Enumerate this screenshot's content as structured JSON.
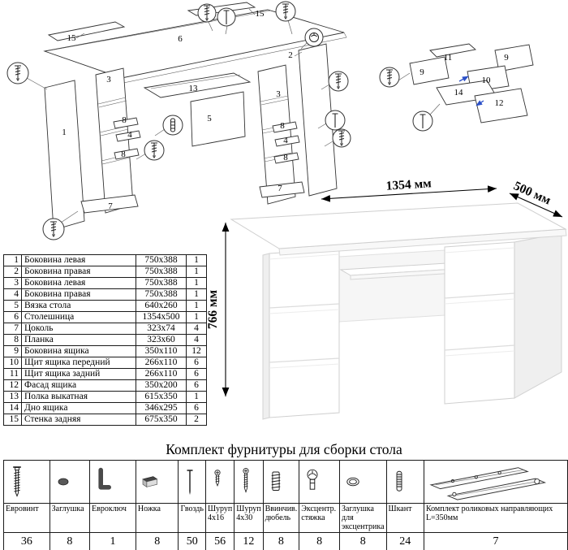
{
  "exploded_view": {
    "main_labels": [
      "15",
      "6",
      "15",
      "13",
      "3",
      "1",
      "8",
      "4",
      "8",
      "7",
      "2",
      "5",
      "3",
      "8",
      "4",
      "8",
      "7"
    ],
    "drawer_labels": [
      "11",
      "9",
      "9",
      "10",
      "14",
      "12"
    ]
  },
  "desk_render": {
    "dim_width": "1354 мм",
    "dim_depth": "500 мм",
    "dim_height": "766 мм"
  },
  "parts_table": {
    "rows": [
      {
        "num": "1",
        "name": "Боковина левая",
        "size": "750x388",
        "qty": "1"
      },
      {
        "num": "2",
        "name": "Боковина правая",
        "size": "750x388",
        "qty": "1"
      },
      {
        "num": "3",
        "name": "Боковина левая",
        "size": "750x388",
        "qty": "1"
      },
      {
        "num": "4",
        "name": "Боковина правая",
        "size": "750x388",
        "qty": "1"
      },
      {
        "num": "5",
        "name": "Вязка стола",
        "size": "640x260",
        "qty": "1"
      },
      {
        "num": "6",
        "name": "Столешница",
        "size": "1354x500",
        "qty": "1"
      },
      {
        "num": "7",
        "name": "Цоколь",
        "size": "323x74",
        "qty": "4"
      },
      {
        "num": "8",
        "name": "Планка",
        "size": "323x60",
        "qty": "4"
      },
      {
        "num": "9",
        "name": "Боковина ящика",
        "size": "350x110",
        "qty": "12"
      },
      {
        "num": "10",
        "name": "Щит ящика передний",
        "size": "266x110",
        "qty": "6"
      },
      {
        "num": "11",
        "name": "Щит ящика задний",
        "size": "266x110",
        "qty": "6"
      },
      {
        "num": "12",
        "name": "Фасад ящика",
        "size": "350x200",
        "qty": "6"
      },
      {
        "num": "13",
        "name": "Полка выкатная",
        "size": "615x350",
        "qty": "1"
      },
      {
        "num": "14",
        "name": "Дно ящика",
        "size": "346x295",
        "qty": "6"
      },
      {
        "num": "15",
        "name": "Стенка задняя",
        "size": "675x350",
        "qty": "2"
      }
    ]
  },
  "hardware": {
    "title": "Комплект фурнитуры для сборки стола",
    "items": [
      {
        "name": "Евровинт",
        "qty": "36",
        "icon": "confirmat-screw-icon"
      },
      {
        "name": "Заглушка",
        "qty": "8",
        "icon": "plug-cap-icon"
      },
      {
        "name": "Евроключ",
        "qty": "1",
        "icon": "hex-key-icon"
      },
      {
        "name": "Ножка",
        "qty": "8",
        "icon": "furniture-leg-icon"
      },
      {
        "name": "Гвоздь",
        "qty": "50",
        "icon": "nail-icon"
      },
      {
        "name": "Шуруп 4x16",
        "qty": "56",
        "icon": "screw-4x16-icon"
      },
      {
        "name": "Шуруп 4x30",
        "qty": "12",
        "icon": "screw-4x30-icon"
      },
      {
        "name": "Ввинчив. дюбель",
        "qty": "8",
        "icon": "screw-in-dowel-icon"
      },
      {
        "name": "Эксцентр. стяжка",
        "qty": "8",
        "icon": "eccentric-cam-icon"
      },
      {
        "name": "Заглушка для эксцентрика",
        "qty": "8",
        "icon": "cam-cover-icon"
      },
      {
        "name": "Шкант",
        "qty": "24",
        "icon": "wooden-dowel-icon"
      },
      {
        "name": "Комплект роликовых направляющих L=350мм",
        "qty": "7",
        "icon": "roller-guides-icon"
      }
    ]
  }
}
